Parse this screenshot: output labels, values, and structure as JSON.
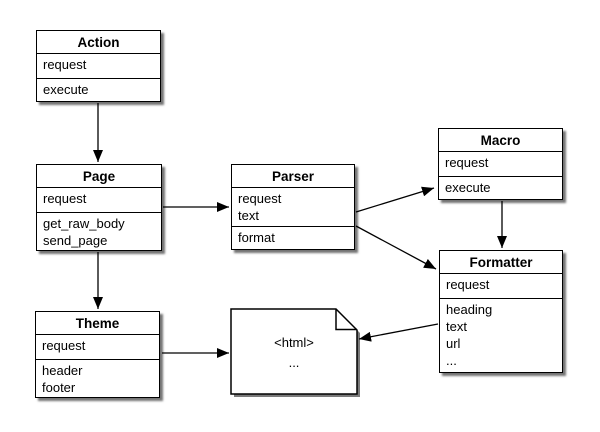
{
  "diagram": {
    "classes": [
      {
        "id": "action",
        "title": "Action",
        "compartments": [
          [
            "request"
          ],
          [
            "execute"
          ]
        ]
      },
      {
        "id": "page",
        "title": "Page",
        "compartments": [
          [
            "request"
          ],
          [
            "get_raw_body",
            "send_page"
          ]
        ]
      },
      {
        "id": "parser",
        "title": "Parser",
        "compartments": [
          [
            "request",
            "text"
          ],
          [
            "format"
          ]
        ]
      },
      {
        "id": "macro",
        "title": "Macro",
        "compartments": [
          [
            "request"
          ],
          [
            "execute"
          ]
        ]
      },
      {
        "id": "formatter",
        "title": "Formatter",
        "compartments": [
          [
            "request"
          ],
          [
            "heading",
            "text",
            "url",
            "..."
          ]
        ]
      },
      {
        "id": "theme",
        "title": "Theme",
        "compartments": [
          [
            "request"
          ],
          [
            "header",
            "footer"
          ]
        ]
      }
    ],
    "document": {
      "lines": [
        "<html>",
        "..."
      ]
    },
    "relations": [
      {
        "from": "Action",
        "to": "Page"
      },
      {
        "from": "Page",
        "to": "Parser"
      },
      {
        "from": "Page",
        "to": "Theme"
      },
      {
        "from": "Parser",
        "to": "Macro"
      },
      {
        "from": "Parser",
        "to": "Formatter"
      },
      {
        "from": "Macro",
        "to": "Formatter"
      },
      {
        "from": "Theme",
        "to": "html-document"
      },
      {
        "from": "Formatter",
        "to": "html-document"
      }
    ],
    "colors": {
      "background": "#ffffff",
      "box_fill": "#ffffff",
      "line": "#000000",
      "shadow": "#595959"
    }
  }
}
